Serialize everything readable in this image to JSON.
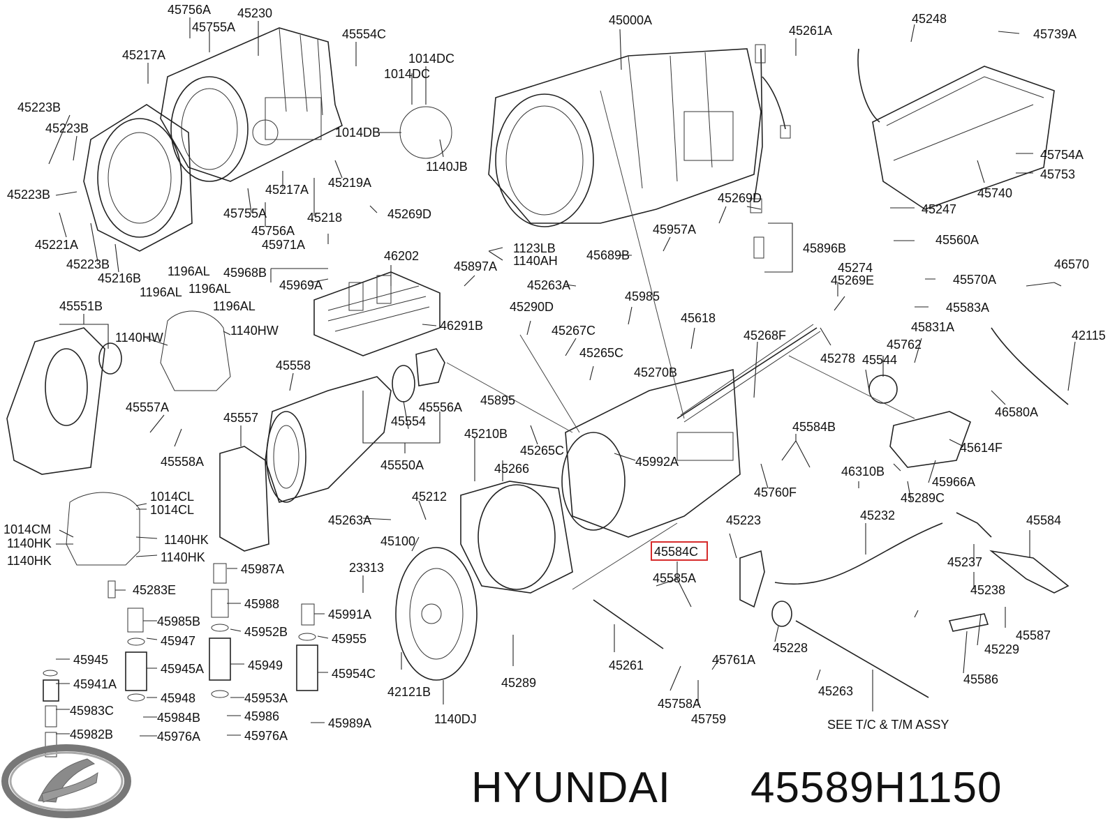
{
  "brand": {
    "name": "HYUNDAI",
    "part_number": "45589H1150",
    "logo": "hyundai-logo-icon"
  },
  "highlight_color": "#d62b2b",
  "highlighted_part": "45584C",
  "note": "SEE T/C & T/M ASSY",
  "labels": [
    "45756A",
    "45230",
    "45755A",
    "45554C",
    "45217A",
    "1014DC",
    "1014DC",
    "45223B",
    "45223B",
    "1014DB",
    "1140JB",
    "45223B",
    "45217A",
    "45219A",
    "45755A",
    "45218",
    "45269D",
    "45221A",
    "45756A",
    "45971A",
    "45223B",
    "45216B",
    "1196AL",
    "1196AL",
    "1196AL",
    "1196AL",
    "45968B",
    "45969A",
    "46202",
    "45551B",
    "1140HW",
    "1140HW",
    "46291B",
    "45558",
    "45557A",
    "45557",
    "45556A",
    "45554",
    "45550A",
    "45558A",
    "1014CL",
    "1014CL",
    "1014CM",
    "1140HK",
    "1140HK",
    "1140HK",
    "1140HK",
    "45263A",
    "45212",
    "45987A",
    "45283E",
    "45988",
    "45985B",
    "45952B",
    "45947",
    "45991A",
    "45955",
    "45945",
    "45945A",
    "45949",
    "45954C",
    "45941A",
    "45948",
    "45953A",
    "45983C",
    "45984B",
    "45986",
    "45989A",
    "45982B",
    "45976A",
    "45976A",
    "45100",
    "23313",
    "42121B",
    "1140DJ",
    "45289",
    "45000A",
    "45261A",
    "45248",
    "45739A",
    "45754A",
    "45753",
    "45740",
    "45247",
    "45269D",
    "45957A",
    "45896B",
    "1123LB",
    "1140AH",
    "45897A",
    "45689B",
    "45263A",
    "45290D",
    "45985",
    "45267C",
    "45265C",
    "45618",
    "45268F",
    "45274",
    "45269E",
    "45278",
    "45270B",
    "45560A",
    "45570A",
    "45583A",
    "46570",
    "42115",
    "45831A",
    "45762",
    "45544",
    "46580A",
    "45614F",
    "45584B",
    "45210B",
    "45265C",
    "45266",
    "45992A",
    "46310B",
    "45966A",
    "45289C",
    "45760F",
    "45223",
    "45232",
    "45584",
    "45237",
    "45238",
    "45584C",
    "45585A",
    "45587",
    "45229",
    "45228",
    "45586",
    "45261",
    "45761A",
    "45263",
    "45758A",
    "45759",
    "45895"
  ]
}
